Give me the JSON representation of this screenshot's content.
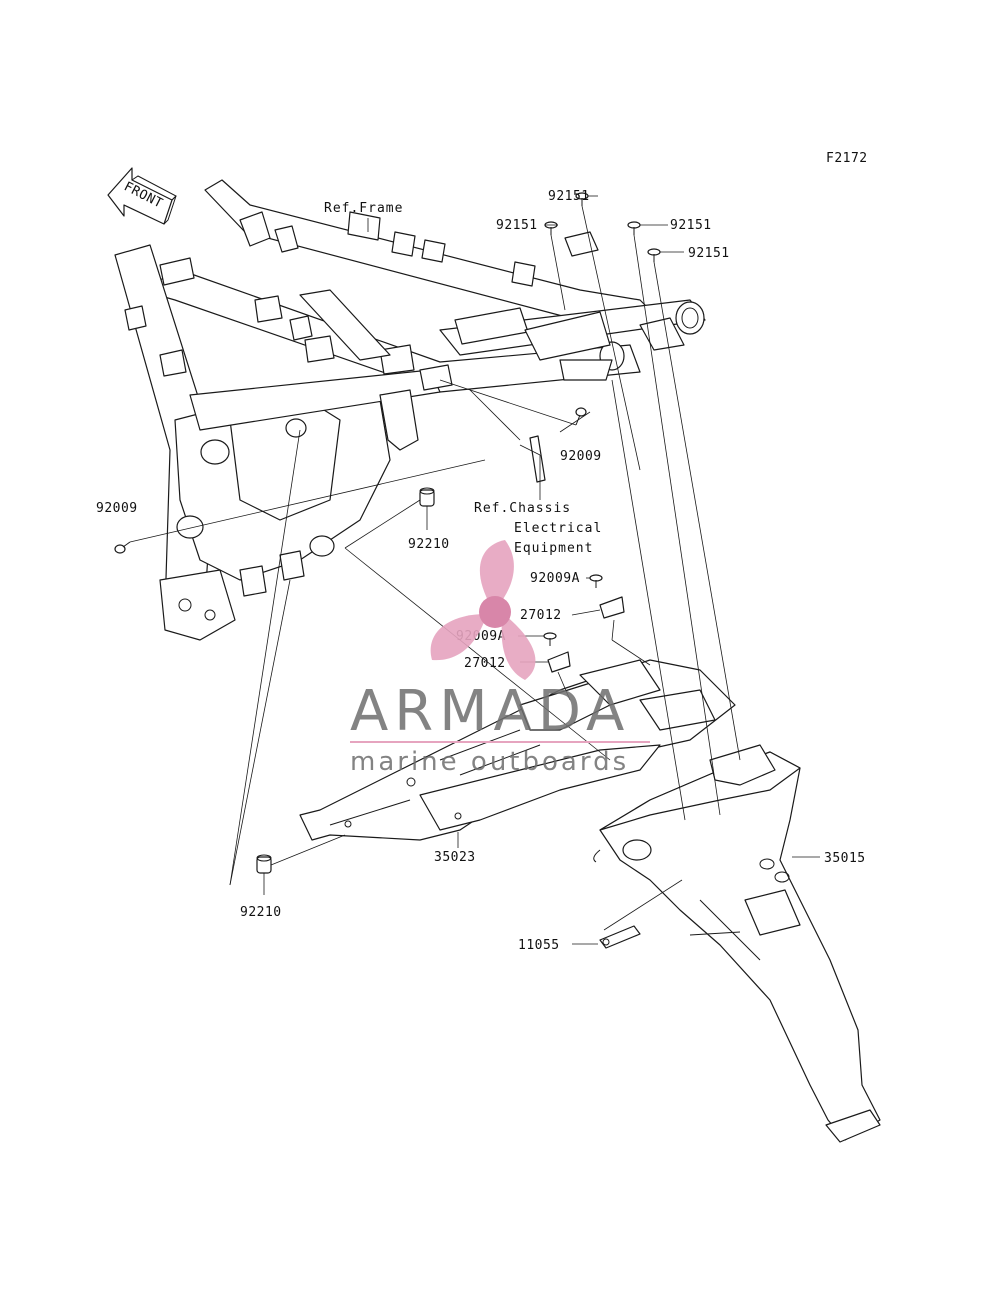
{
  "diagram_code": "F2172",
  "front_arrow_label": "FRONT",
  "references": {
    "frame": "Ref.Frame",
    "chassis_line1": "Ref.Chassis",
    "chassis_line2": "Electrical",
    "chassis_line3": "Equipment"
  },
  "callouts": [
    {
      "id": "c1",
      "part": "92151"
    },
    {
      "id": "c2",
      "part": "92151"
    },
    {
      "id": "c3",
      "part": "92151"
    },
    {
      "id": "c4",
      "part": "92151"
    },
    {
      "id": "c5",
      "part": "92009"
    },
    {
      "id": "c6",
      "part": "92009"
    },
    {
      "id": "c7",
      "part": "92210"
    },
    {
      "id": "c8",
      "part": "92009A"
    },
    {
      "id": "c9",
      "part": "27012"
    },
    {
      "id": "c10",
      "part": "92009A"
    },
    {
      "id": "c11",
      "part": "27012"
    },
    {
      "id": "c12",
      "part": "35023"
    },
    {
      "id": "c13",
      "part": "35015"
    },
    {
      "id": "c14",
      "part": "92210"
    },
    {
      "id": "c15",
      "part": "11055"
    }
  ],
  "watermark": {
    "brand": "ARMADA",
    "tagline": "marine outboards",
    "colors": {
      "pink": "#e6a4bf",
      "pink_dark": "#d47aa0",
      "gray": "#6e6e6e"
    }
  }
}
